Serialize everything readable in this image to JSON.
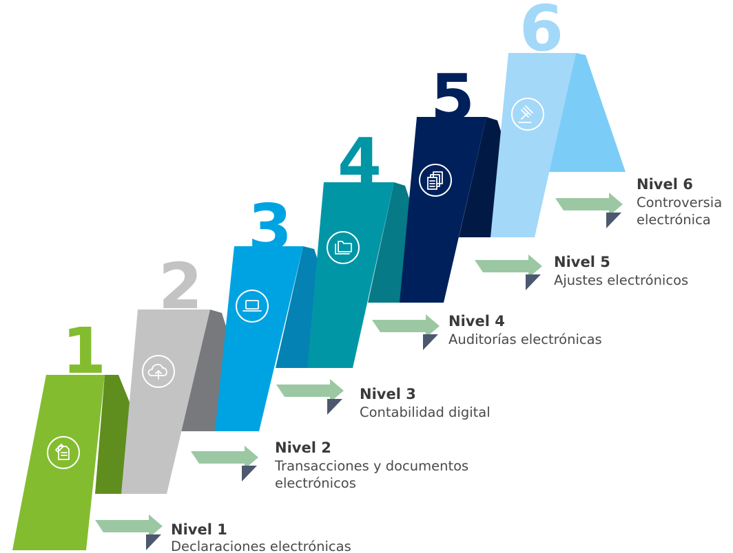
{
  "levels": [
    {
      "number": "1",
      "title": "Nivel 1",
      "description": [
        "Declaraciones electrónicas"
      ],
      "icon": "document-edit-icon",
      "colors": {
        "front": "#84bc2f",
        "side": "#5f8e1e",
        "number": "#84bc2f"
      }
    },
    {
      "number": "2",
      "title": "Nivel 2",
      "description": [
        "Transacciones y documentos",
        "electrónicos"
      ],
      "icon": "cloud-upload-icon",
      "colors": {
        "front": "#c3c3c4",
        "side": "#77797c",
        "number": "#c3c3c4"
      }
    },
    {
      "number": "3",
      "title": "Nivel 3",
      "description": [
        "Contabilidad digital"
      ],
      "icon": "laptop-icon",
      "colors": {
        "front": "#00a3e1",
        "side": "#0482b4",
        "number": "#00a3e1"
      }
    },
    {
      "number": "4",
      "title": "Nivel 4",
      "description": [
        "Auditorías electrónicas"
      ],
      "icon": "folders-icon",
      "colors": {
        "front": "#0096a6",
        "side": "#067a86",
        "number": "#0096a6"
      }
    },
    {
      "number": "5",
      "title": "Nivel 5",
      "description": [
        "Ajustes electrónicos"
      ],
      "icon": "documents-stack-icon",
      "colors": {
        "front": "#00205b",
        "side": "#011a45",
        "number": "#00205b"
      }
    },
    {
      "number": "6",
      "title": "Nivel 6",
      "description": [
        "Controversia",
        "electrónica"
      ],
      "icon": "gavel-icon",
      "colors": {
        "front": "#a3d8f9",
        "side": "#7bcdf8",
        "number": "#a3d8f9"
      }
    }
  ],
  "arrow_colors": {
    "green": "#9bc8a3",
    "dark": "#4c5870"
  }
}
